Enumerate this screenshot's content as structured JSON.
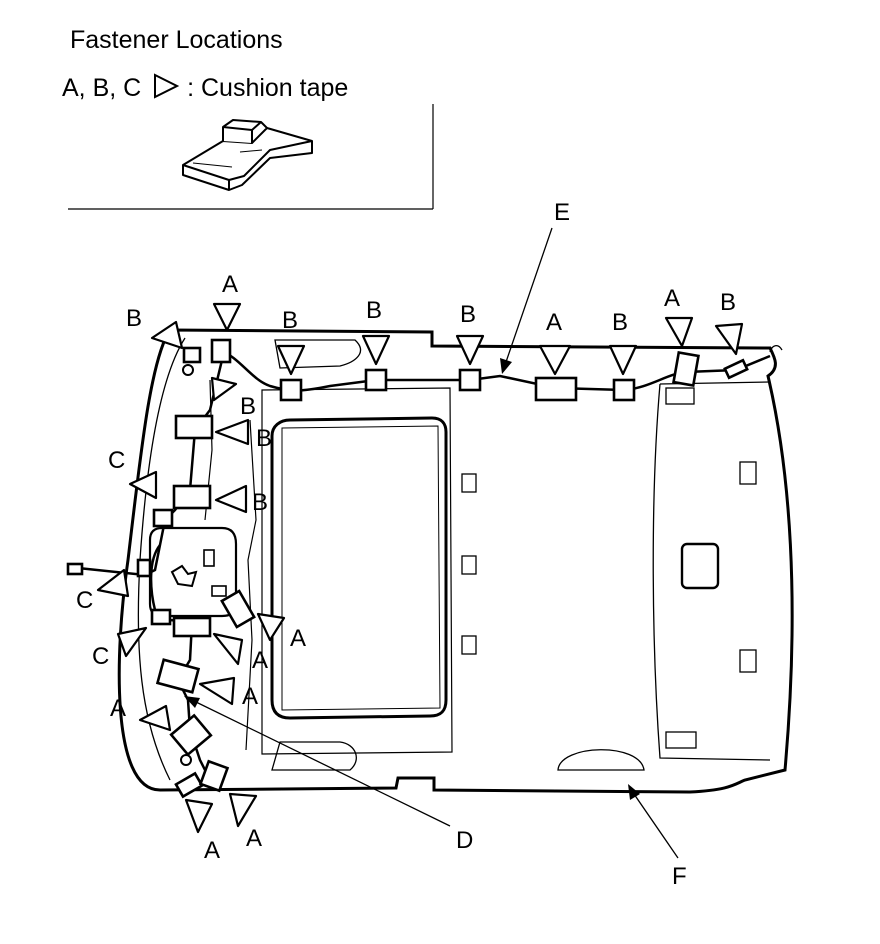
{
  "legend": {
    "title": "Fastener Locations",
    "cushion_tape_codes": "A, B, C",
    "cushion_tape_text": ": Cushion tape"
  },
  "callouts": {
    "E": "E",
    "D": "D",
    "F": "F"
  },
  "fastener_labels": {
    "top_row": [
      "B",
      "A",
      "B",
      "B",
      "B",
      "A",
      "B",
      "A",
      "B"
    ],
    "left_side": [
      "B",
      "B",
      "B",
      "C",
      "C",
      "C",
      "A",
      "A",
      "A",
      "A",
      "A",
      "A"
    ]
  }
}
